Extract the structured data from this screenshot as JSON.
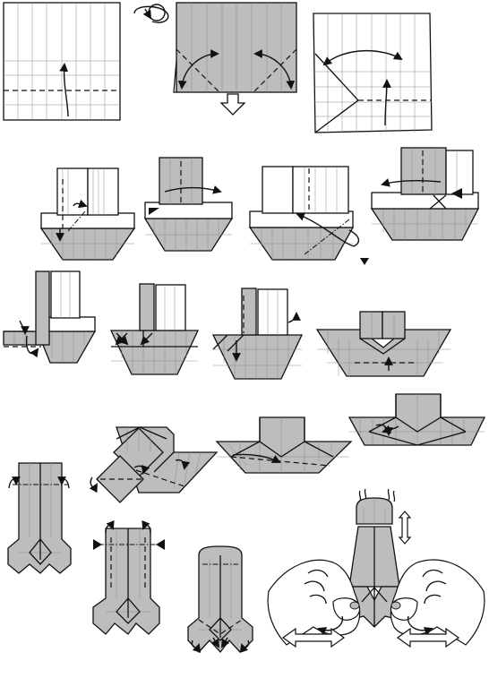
{
  "diagram": {
    "kind": "origami instructions",
    "steps": 17,
    "colors": {
      "paper_front": "#ffffff",
      "paper_back": "#bdbdbd",
      "lines": "#111111"
    },
    "symbols": [
      "valley-fold",
      "mountain-fold",
      "fold-arrow",
      "push-arrow",
      "turn-over",
      "repeat-behind",
      "pull-apart-arrow",
      "wiggle-arrow"
    ]
  }
}
